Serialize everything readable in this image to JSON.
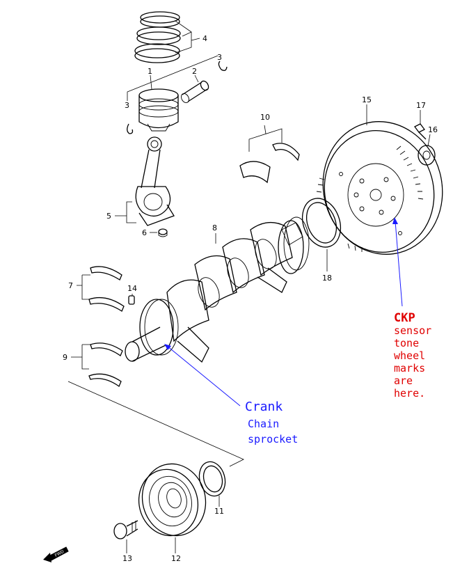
{
  "diagram": {
    "part_numbers": {
      "p1": "1",
      "p2": "2",
      "p3a": "3",
      "p3b": "3",
      "p4": "4",
      "p5": "5",
      "p6": "6",
      "p7": "7",
      "p8": "8",
      "p9": "9",
      "p10": "10",
      "p11": "11",
      "p12": "12",
      "p13": "13",
      "p14": "14",
      "p15": "15",
      "p16": "16",
      "p17": "17",
      "p18": "18"
    },
    "fwd_label": "FWD",
    "annotations": {
      "crank": {
        "line1": "Crank",
        "line2": "Chain",
        "line3": "sprocket",
        "color": "#1a1aff"
      },
      "ckp": {
        "line1": "CKP",
        "line2": "sensor",
        "line3": "tone",
        "line4": "wheel",
        "line5": "marks",
        "line6": "are",
        "line7": "here.",
        "color": "#e00000"
      }
    }
  }
}
